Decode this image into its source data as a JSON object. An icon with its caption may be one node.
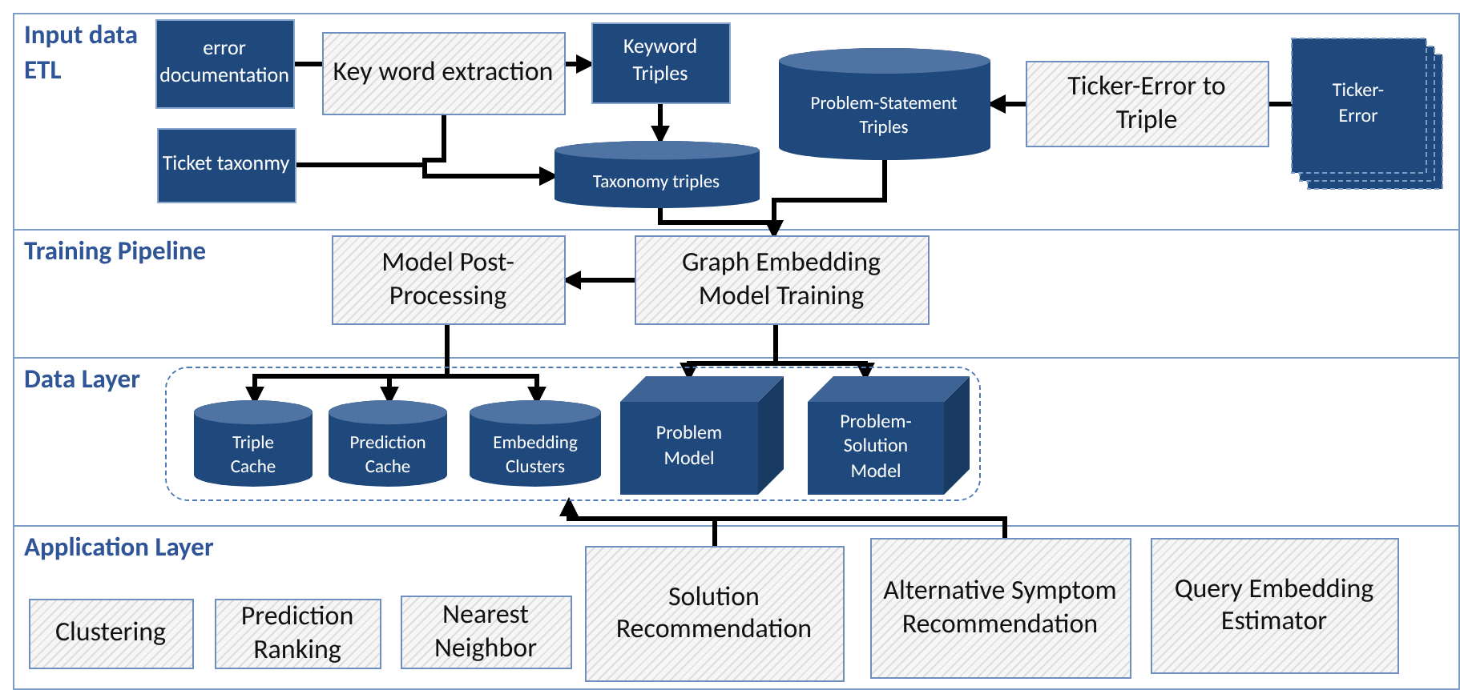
{
  "diagram": {
    "nodes": [
      {
        "text": [
          "Input data ETL"
        ]
      },
      {
        "text": [
          "error documentation"
        ],
        "in": 0
      },
      {
        "text": [
          "Key word extraction"
        ],
        "in": 0
      },
      {
        "text": [
          "Keyword Triples"
        ],
        "in": 0
      },
      {
        "text": [
          "Ticket taxonmy"
        ],
        "in": 0
      },
      {
        "text": [
          "Taxonomy triples"
        ],
        "in": 0
      },
      {
        "text": [
          "Problem-Statement Triples"
        ],
        "in": 0
      },
      {
        "text": [
          "Ticker-Error to Triple"
        ],
        "in": 0
      },
      {
        "text": [
          "Ticker-Error"
        ],
        "in": 0
      },
      {
        "text": [
          "Training Pipeline"
        ]
      },
      {
        "text": [
          "Model Post-Processing"
        ],
        "in": 9
      },
      {
        "text": [
          "Graph Embedding Model Training"
        ],
        "in": 9
      },
      {
        "text": [
          "Data Layer"
        ]
      },
      {
        "text": [],
        "shape": "box",
        "in": 12
      },
      {
        "text": [
          "Triple Cache"
        ],
        "in": 13
      },
      {
        "text": [
          "Prediction Cache"
        ],
        "in": 13
      },
      {
        "text": [
          "Embedding Clusters"
        ],
        "in": 13
      },
      {
        "text": [
          "Problem Model"
        ],
        "in": 13
      },
      {
        "text": [
          "Problem-Solution Model"
        ],
        "in": 13
      },
      {
        "text": [
          "Application Layer"
        ]
      },
      {
        "text": [
          "Clustering"
        ],
        "in": 19
      },
      {
        "text": [
          "Prediction Ranking"
        ],
        "in": 19
      },
      {
        "text": [
          "Nearest Neighbor"
        ],
        "in": 19
      },
      {
        "text": [
          "Solution Recommendation"
        ],
        "in": 19
      },
      {
        "text": [
          "Alternative Symptom Recommendation"
        ],
        "in": 19
      },
      {
        "text": [
          "Query Embedding Estimator"
        ],
        "in": 19
      }
    ],
    "edges": [
      {
        "from": 1,
        "to": 2,
        "arrow": "none"
      },
      {
        "from": 2,
        "to": 3,
        "arrow": "to"
      },
      {
        "from": 3,
        "to": 5,
        "arrow": "to"
      },
      {
        "from": 2,
        "to": 5,
        "arrow": "to"
      },
      {
        "from": 4,
        "to": 5,
        "arrow": "to"
      },
      {
        "from": 8,
        "to": 7,
        "arrow": "none"
      },
      {
        "from": 7,
        "to": 6,
        "arrow": "to"
      },
      {
        "from": 5,
        "to": 11,
        "arrow": "to"
      },
      {
        "from": 6,
        "to": 11,
        "arrow": "to"
      },
      {
        "from": 11,
        "to": 10,
        "arrow": "to"
      },
      {
        "from": 10,
        "to": 14,
        "arrow": "to"
      },
      {
        "from": 10,
        "to": 15,
        "arrow": "to"
      },
      {
        "from": 10,
        "to": 16,
        "arrow": "to"
      },
      {
        "from": 11,
        "to": 17,
        "arrow": "to"
      },
      {
        "from": 11,
        "to": 18,
        "arrow": "to"
      },
      {
        "from": 23,
        "to": 13,
        "arrow": "to"
      },
      {
        "from": 24,
        "to": 13,
        "arrow": "to"
      }
    ]
  }
}
